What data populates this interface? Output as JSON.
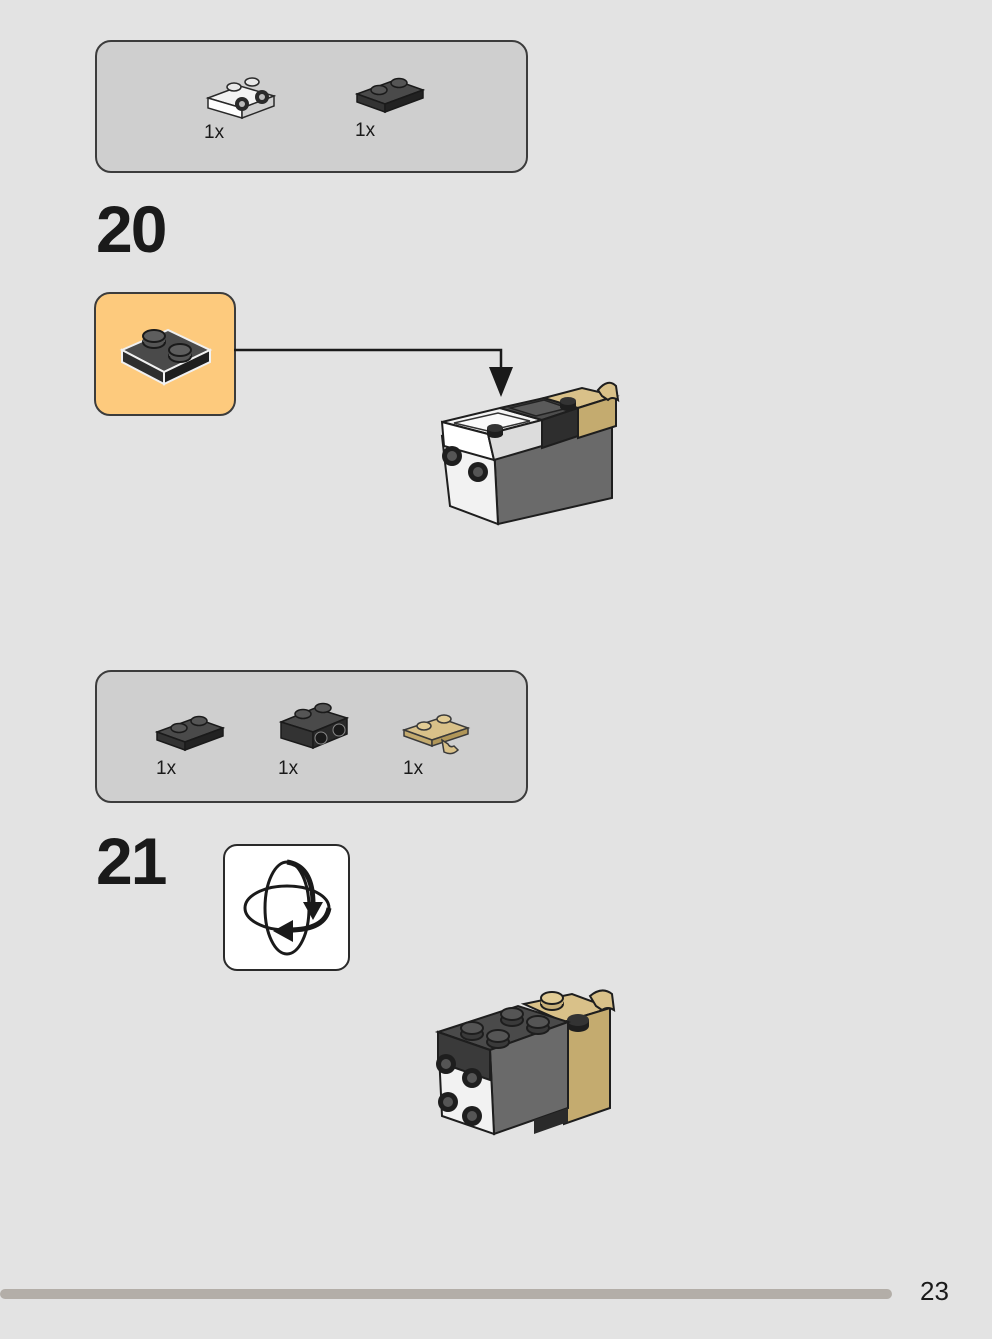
{
  "step20": {
    "number": "20",
    "parts": [
      {
        "qty": "1x",
        "icon": "white-bracket-plate-icon"
      },
      {
        "qty": "1x",
        "icon": "dark-plate-1x2-icon"
      }
    ],
    "callout_icon": "dark-plate-1x2-icon"
  },
  "step21": {
    "number": "21",
    "parts": [
      {
        "qty": "1x",
        "icon": "dark-plate-1x2-icon"
      },
      {
        "qty": "1x",
        "icon": "dark-bracket-plate-icon"
      },
      {
        "qty": "1x",
        "icon": "tan-clip-plate-icon"
      }
    ],
    "rotate_icon": "rotate-model-icon"
  },
  "page": {
    "number": "23"
  },
  "colors": {
    "background": "#e3e3e3",
    "parts_box": "#cfcfcf",
    "callout": "#fdca7d",
    "dark_gray": "#3b3b3b",
    "tan": "#d9c189",
    "progress": "#b3aea8"
  }
}
